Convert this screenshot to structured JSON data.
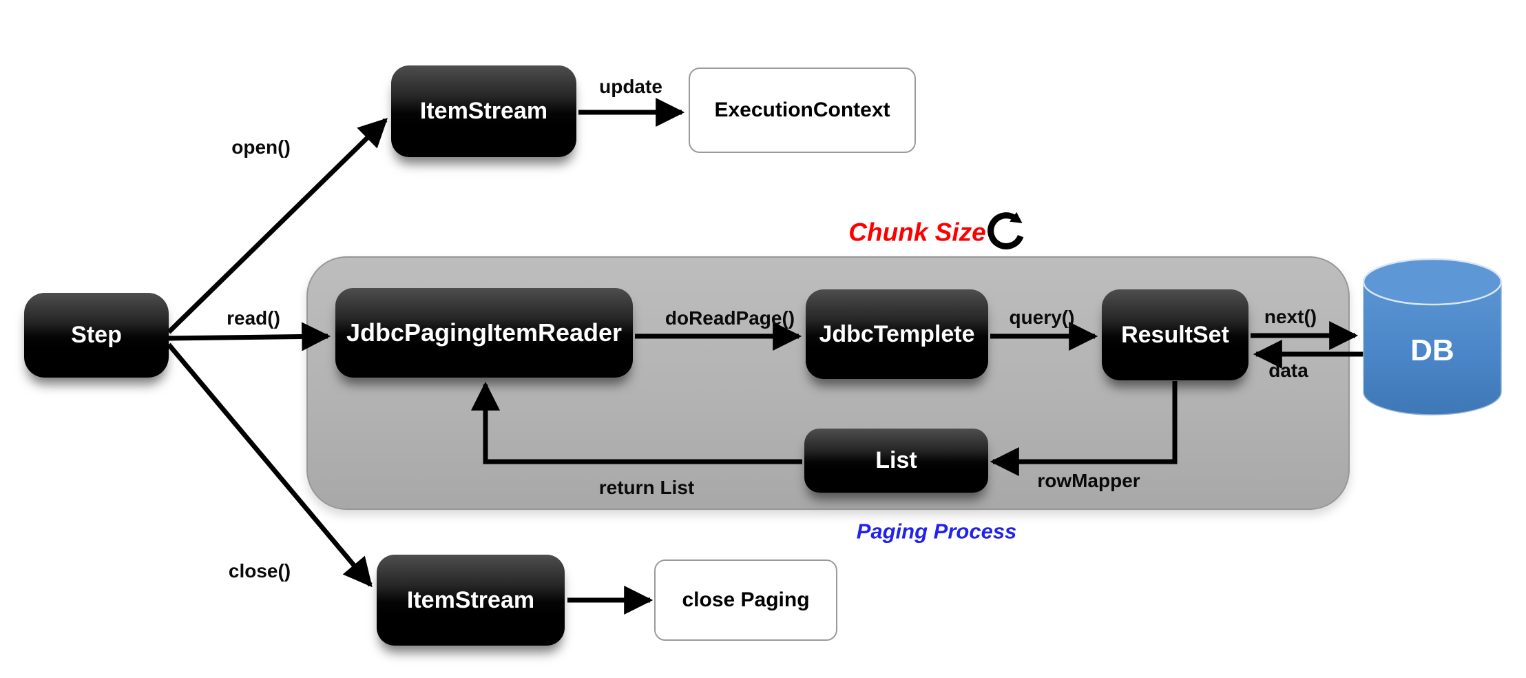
{
  "nodes": {
    "step": {
      "label": "Step"
    },
    "item_stream_top": {
      "label": "ItemStream"
    },
    "execution_context": {
      "label": "ExecutionContext"
    },
    "jdbc_paging_item_reader": {
      "label": "JdbcPagingItemReader"
    },
    "jdbc_templete": {
      "label": "JdbcTemplete"
    },
    "result_set": {
      "label": "ResultSet"
    },
    "list": {
      "label": "List"
    },
    "db": {
      "label": "DB"
    },
    "item_stream_bottom": {
      "label": "ItemStream"
    },
    "close_paging": {
      "label": "close Paging"
    }
  },
  "edges": {
    "open": "open()",
    "read": "read()",
    "close": "close()",
    "update": "update",
    "do_read_page": "doReadPage()",
    "query": "query()",
    "next": "next()",
    "data": "data",
    "row_mapper": "rowMapper",
    "return_list": "return List"
  },
  "annotations": {
    "chunk_size": {
      "label": "Chunk Size",
      "color": "#ff0000"
    },
    "paging_process": {
      "label": "Paging Process",
      "color": "#2222ee"
    },
    "loop_icon": "clockwise-refresh-icon"
  },
  "colors": {
    "node_fill": "#000000",
    "node_text": "#ffffff",
    "container_fill": "#b3b3b3",
    "db_fill": "#4a86c8",
    "edge": "#000000",
    "background": "#ffffff"
  }
}
